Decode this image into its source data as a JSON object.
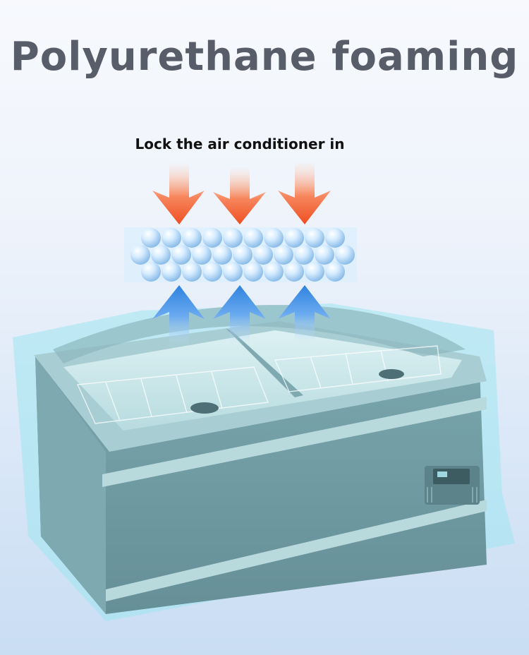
{
  "title": "Polyurethane foaming",
  "subtitle": "Lock the air conditioner in",
  "image": {
    "subject": "chest-freezer",
    "overlay_color": "#9fe6f0",
    "body_color": "#6f9ea6",
    "arrow_down_color": "#ef5a2a",
    "arrow_up_color": "#3f8fe0",
    "bubble_color": "#bfe0fb"
  },
  "icons": [
    "arrow-down-icon",
    "arrow-up-icon",
    "foam-bubble-icon"
  ]
}
